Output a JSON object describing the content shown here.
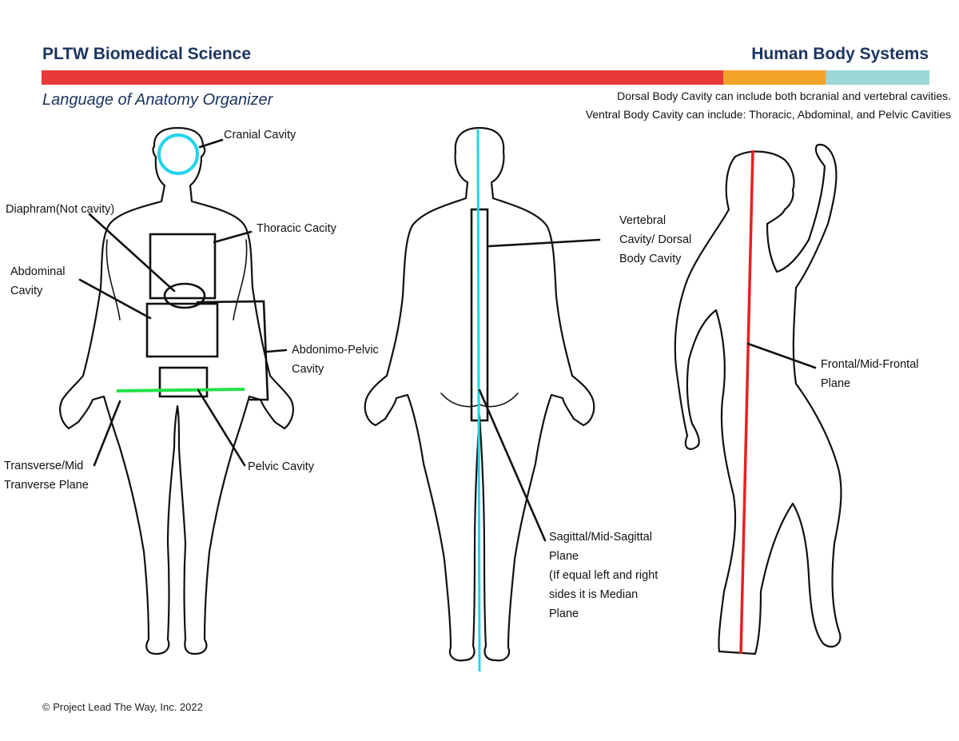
{
  "header": {
    "left_title": "PLTW Biomedical Science",
    "right_title": "Human Body Systems",
    "subtitle": "Language of Anatomy Organizer",
    "bar_colors": [
      "#e8383a",
      "#f5a22a",
      "#9cd6d7"
    ]
  },
  "notes": {
    "dorsal": "Dorsal Body Cavity can include both bcranial and vertebral cavities.",
    "ventral": "Ventral Body Cavity can include: Thoracic, Abdominal, and Pelvic Cavities"
  },
  "labels": {
    "cranial": "Cranial Cavity",
    "diaphragm": "Diaphram(Not cavity)",
    "thoracic": "Thoracic Cacity",
    "abdominal_1": "Abdominal",
    "abdominal_2": "Cavity",
    "abdominopelvic_1": "Abdonimo-Pelvic",
    "abdominopelvic_2": "Cavity",
    "pelvic": "Pelvic Cavity",
    "transverse_1": "Transverse/Mid",
    "transverse_2": "Tranverse Plane",
    "vertebral_1": "Vertebral",
    "vertebral_2": "Cavity/ Dorsal",
    "vertebral_3": "Body Cavity",
    "sagittal_1": "Sagittal/Mid-Sagittal",
    "sagittal_2": "Plane",
    "sagittal_3": "(If equal left and right",
    "sagittal_4": "sides it is Median",
    "sagittal_5": "Plane",
    "frontal_1": "Frontal/Mid-Frontal",
    "frontal_2": "Plane"
  },
  "colors": {
    "cranial_circle": "#22d3ee",
    "transverse_plane": "#22e04a",
    "sagittal_plane": "#22d3ee",
    "frontal_plane": "#e82020"
  },
  "footer": {
    "copyright": "© Project Lead The Way, Inc. 2022"
  }
}
